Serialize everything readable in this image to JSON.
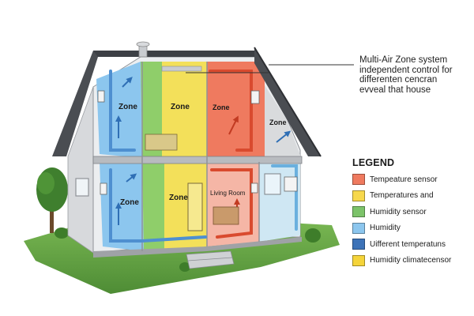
{
  "callout": {
    "lines": [
      "Multi-Air Zone system",
      "independent control for",
      "differenten cencran",
      "evveal that house"
    ]
  },
  "zones": {
    "upper_left": "Zone",
    "upper_middle": "Zone",
    "upper_right": "Zone",
    "attic_right": "Zone",
    "lower_left": "Zone",
    "lower_middle": "Zone",
    "lower_right": "Living Room"
  },
  "legend": {
    "title": "LEGEND",
    "items": [
      {
        "label": "Tempeature sensor",
        "color": "#ef7a5f"
      },
      {
        "label": "Temperatures and",
        "color": "#f7d84c"
      },
      {
        "label": "Humidity sensor",
        "color": "#7cc36a"
      },
      {
        "label": "Humidity",
        "color": "#8cc6ee"
      },
      {
        "label": "Uifferent temperatuns",
        "color": "#3d73b8"
      },
      {
        "label": "Humidity climatecensor",
        "color": "#f5d43a"
      }
    ]
  },
  "colors": {
    "blue_zone": "#8cc6ee",
    "green_zone": "#8fce6a",
    "yellow_zone": "#f3e05a",
    "red_zone": "#ef7a5f",
    "roof": "#4a4d52",
    "wall": "#e7e8ea",
    "grass": "#6aa84a"
  }
}
